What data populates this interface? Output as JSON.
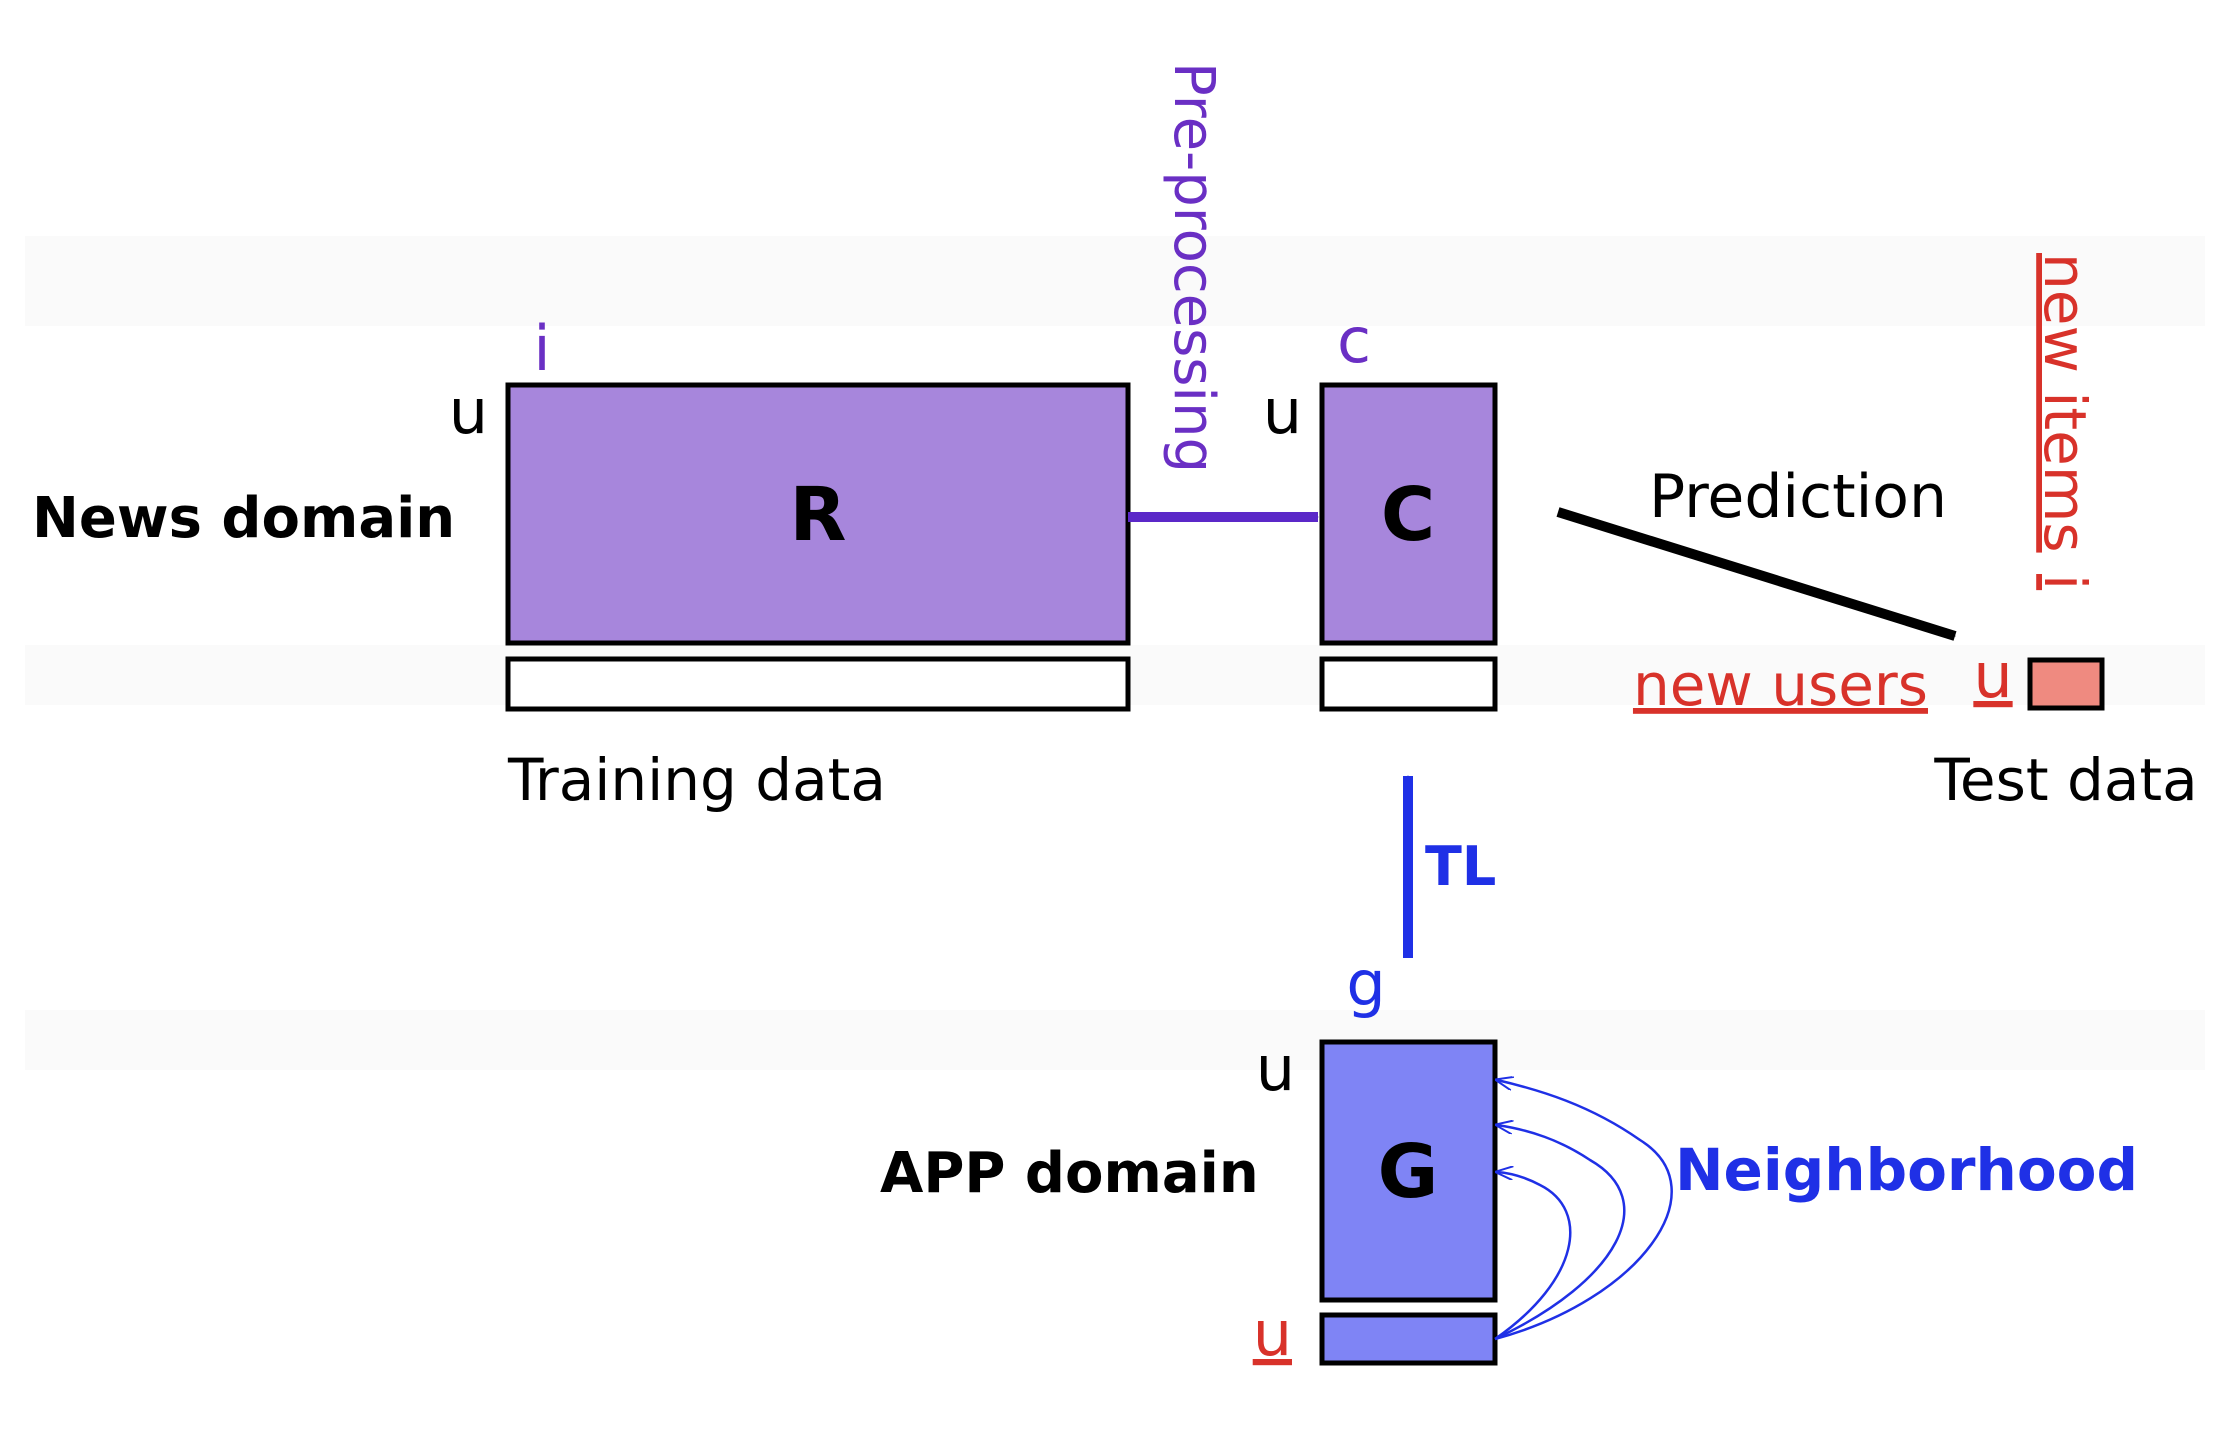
{
  "colors": {
    "purple_fill": "#a786dc",
    "purple_text": "#6a2fc4",
    "purple_arrow": "#5b28c8",
    "blue_fill": "#7f84f5",
    "blue_text": "#1f30e6",
    "red_text": "#d8322a",
    "red_fill": "#ef8a80",
    "black": "#000000"
  },
  "news": {
    "domain_label": "News domain",
    "R": {
      "letter": "R",
      "row_label": "u",
      "col_label": "i"
    },
    "training_label": "Training data",
    "preprocess_label": "Pre-processing",
    "C": {
      "letter": "C",
      "row_label": "u",
      "col_label": "c"
    },
    "prediction_label": "Prediction",
    "test": {
      "new_items_label": "new items",
      "item_label": "i",
      "new_users_label": "new users",
      "user_label": "u",
      "label": "Test data"
    }
  },
  "app": {
    "domain_label": "APP domain",
    "G": {
      "letter": "G",
      "row_label": "u",
      "col_label": "g",
      "new_user_label": "u"
    },
    "tl_label": "TL",
    "neighborhood_label": "Neighborhood"
  }
}
